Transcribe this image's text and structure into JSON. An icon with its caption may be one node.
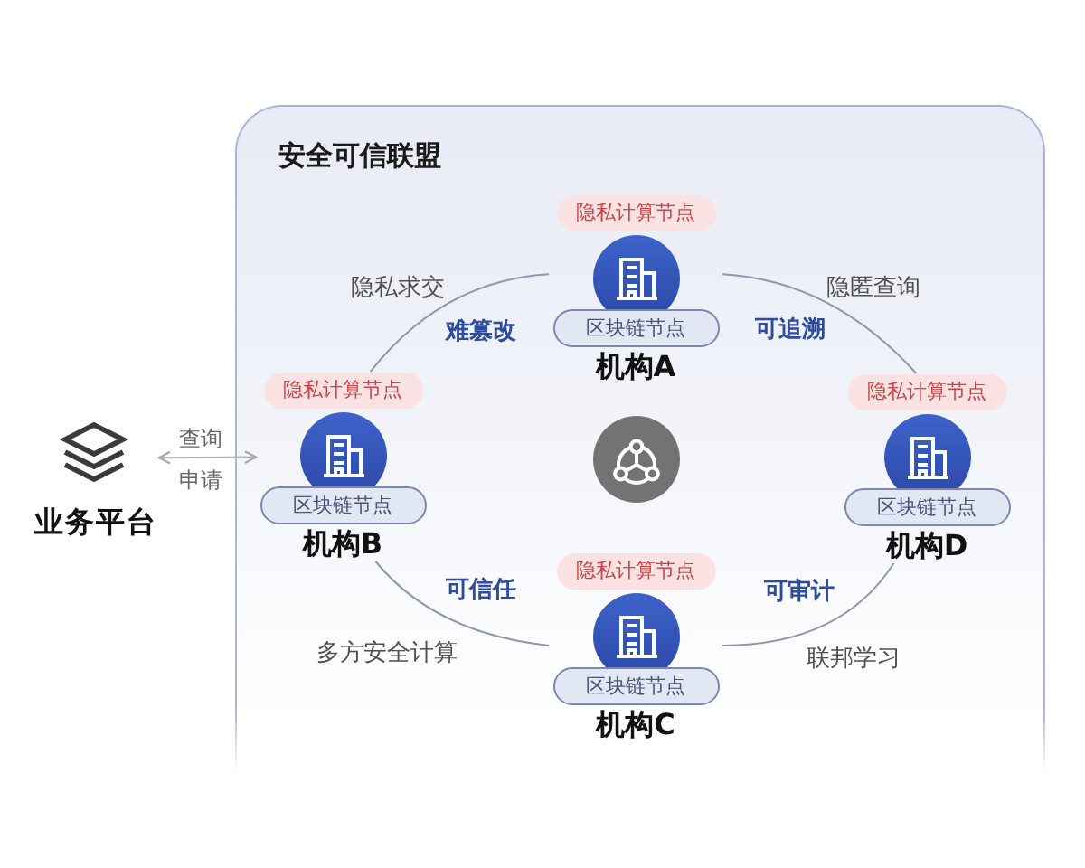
{
  "diagram": {
    "nodes": [
      {
        "text": [
          "安全可信联盟"
        ]
      },
      {
        "text": [
          "隐私计算节点",
          "区块链节点",
          "机构A"
        ],
        "in": 0
      },
      {
        "text": [
          "业务平台"
        ]
      },
      {
        "text": [
          "隐私计算节点",
          "区块链节点",
          "机构B"
        ],
        "in": 0
      },
      {
        "text": [],
        "shape": "circle",
        "in": 0
      },
      {
        "text": [
          "隐私计算节点",
          "区块链节点",
          "机构D"
        ],
        "in": 0
      },
      {
        "text": [
          "隐私计算节点",
          "区块链节点",
          "机构C"
        ],
        "in": 0
      }
    ],
    "edges": [
      {
        "from": 2,
        "to": 3,
        "arrow": "both"
      },
      {
        "from": 1,
        "to": 3,
        "arrow": "none"
      },
      {
        "from": 3,
        "to": 6,
        "arrow": "none"
      },
      {
        "from": 6,
        "to": 5,
        "arrow": "none"
      },
      {
        "from": 5,
        "to": 1,
        "arrow": "none"
      }
    ],
    "labels": [
      "隐私求交",
      "隐匿查询",
      "难篡改",
      "可追溯",
      "查询",
      "申请",
      "可信任",
      "可审计",
      "多方安全计算",
      "联邦学习"
    ]
  }
}
